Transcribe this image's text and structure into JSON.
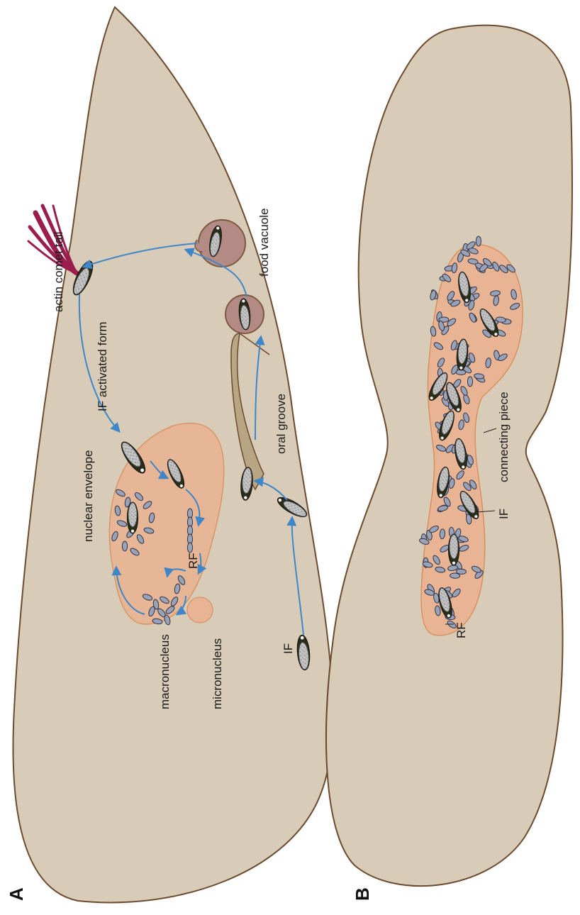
{
  "figure": {
    "panels": {
      "a": "A",
      "b": "B"
    },
    "panel_a_labels": {
      "actin_comet_tail": "actin comet tail",
      "if_activated_form": "IF activated form",
      "nuclear_envelope": "nuclear envelope",
      "rf": "RF",
      "macronucleus": "macronucleus",
      "micronucleus": "micronucleus",
      "if": "IF",
      "oral_groove": "oral groove",
      "food_vacuole": "food vacuole"
    },
    "panel_b_labels": {
      "connecting_piece": "connecting piece",
      "if": "IF",
      "rf": "RF"
    },
    "colors": {
      "cell_fill": "#d8ccb9",
      "cell_stroke": "#6b4a2e",
      "nucleus_fill": "#e8b494",
      "vacuole_fill": "#b48a84",
      "arrow": "#3f86c8",
      "comet": "#9b1d4e",
      "bacterium_dark": "#2a2d1a",
      "bacterium_grey": "#b8b8b8",
      "oval_fill": "#9aa2b8"
    }
  }
}
